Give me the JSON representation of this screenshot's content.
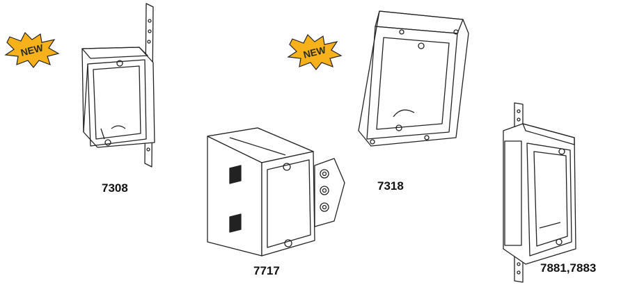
{
  "badges": [
    {
      "text": "NEW",
      "color": "#f7b21b"
    },
    {
      "text": "NEW",
      "color": "#f7b21b"
    }
  ],
  "products": [
    {
      "model": "7308"
    },
    {
      "model": "7717"
    },
    {
      "model": "7318"
    },
    {
      "model": "7881,7883"
    }
  ]
}
